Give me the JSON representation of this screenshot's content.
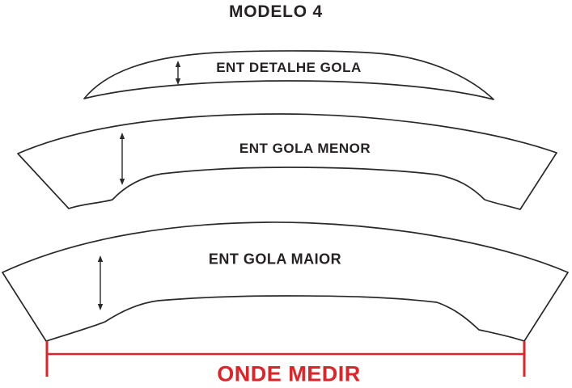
{
  "title": "MODELO 4",
  "colors": {
    "outline": "#2b2829",
    "accent_red": "#dd2428",
    "background": "#ffffff",
    "text": "#262223"
  },
  "diagram": {
    "pieces": [
      {
        "label": "ENT DETALHE GOLA"
      },
      {
        "label": "ENT GOLA MENOR"
      },
      {
        "label": "ENT GOLA MAIOR"
      }
    ],
    "measure_label": "ONDE MEDIR"
  }
}
